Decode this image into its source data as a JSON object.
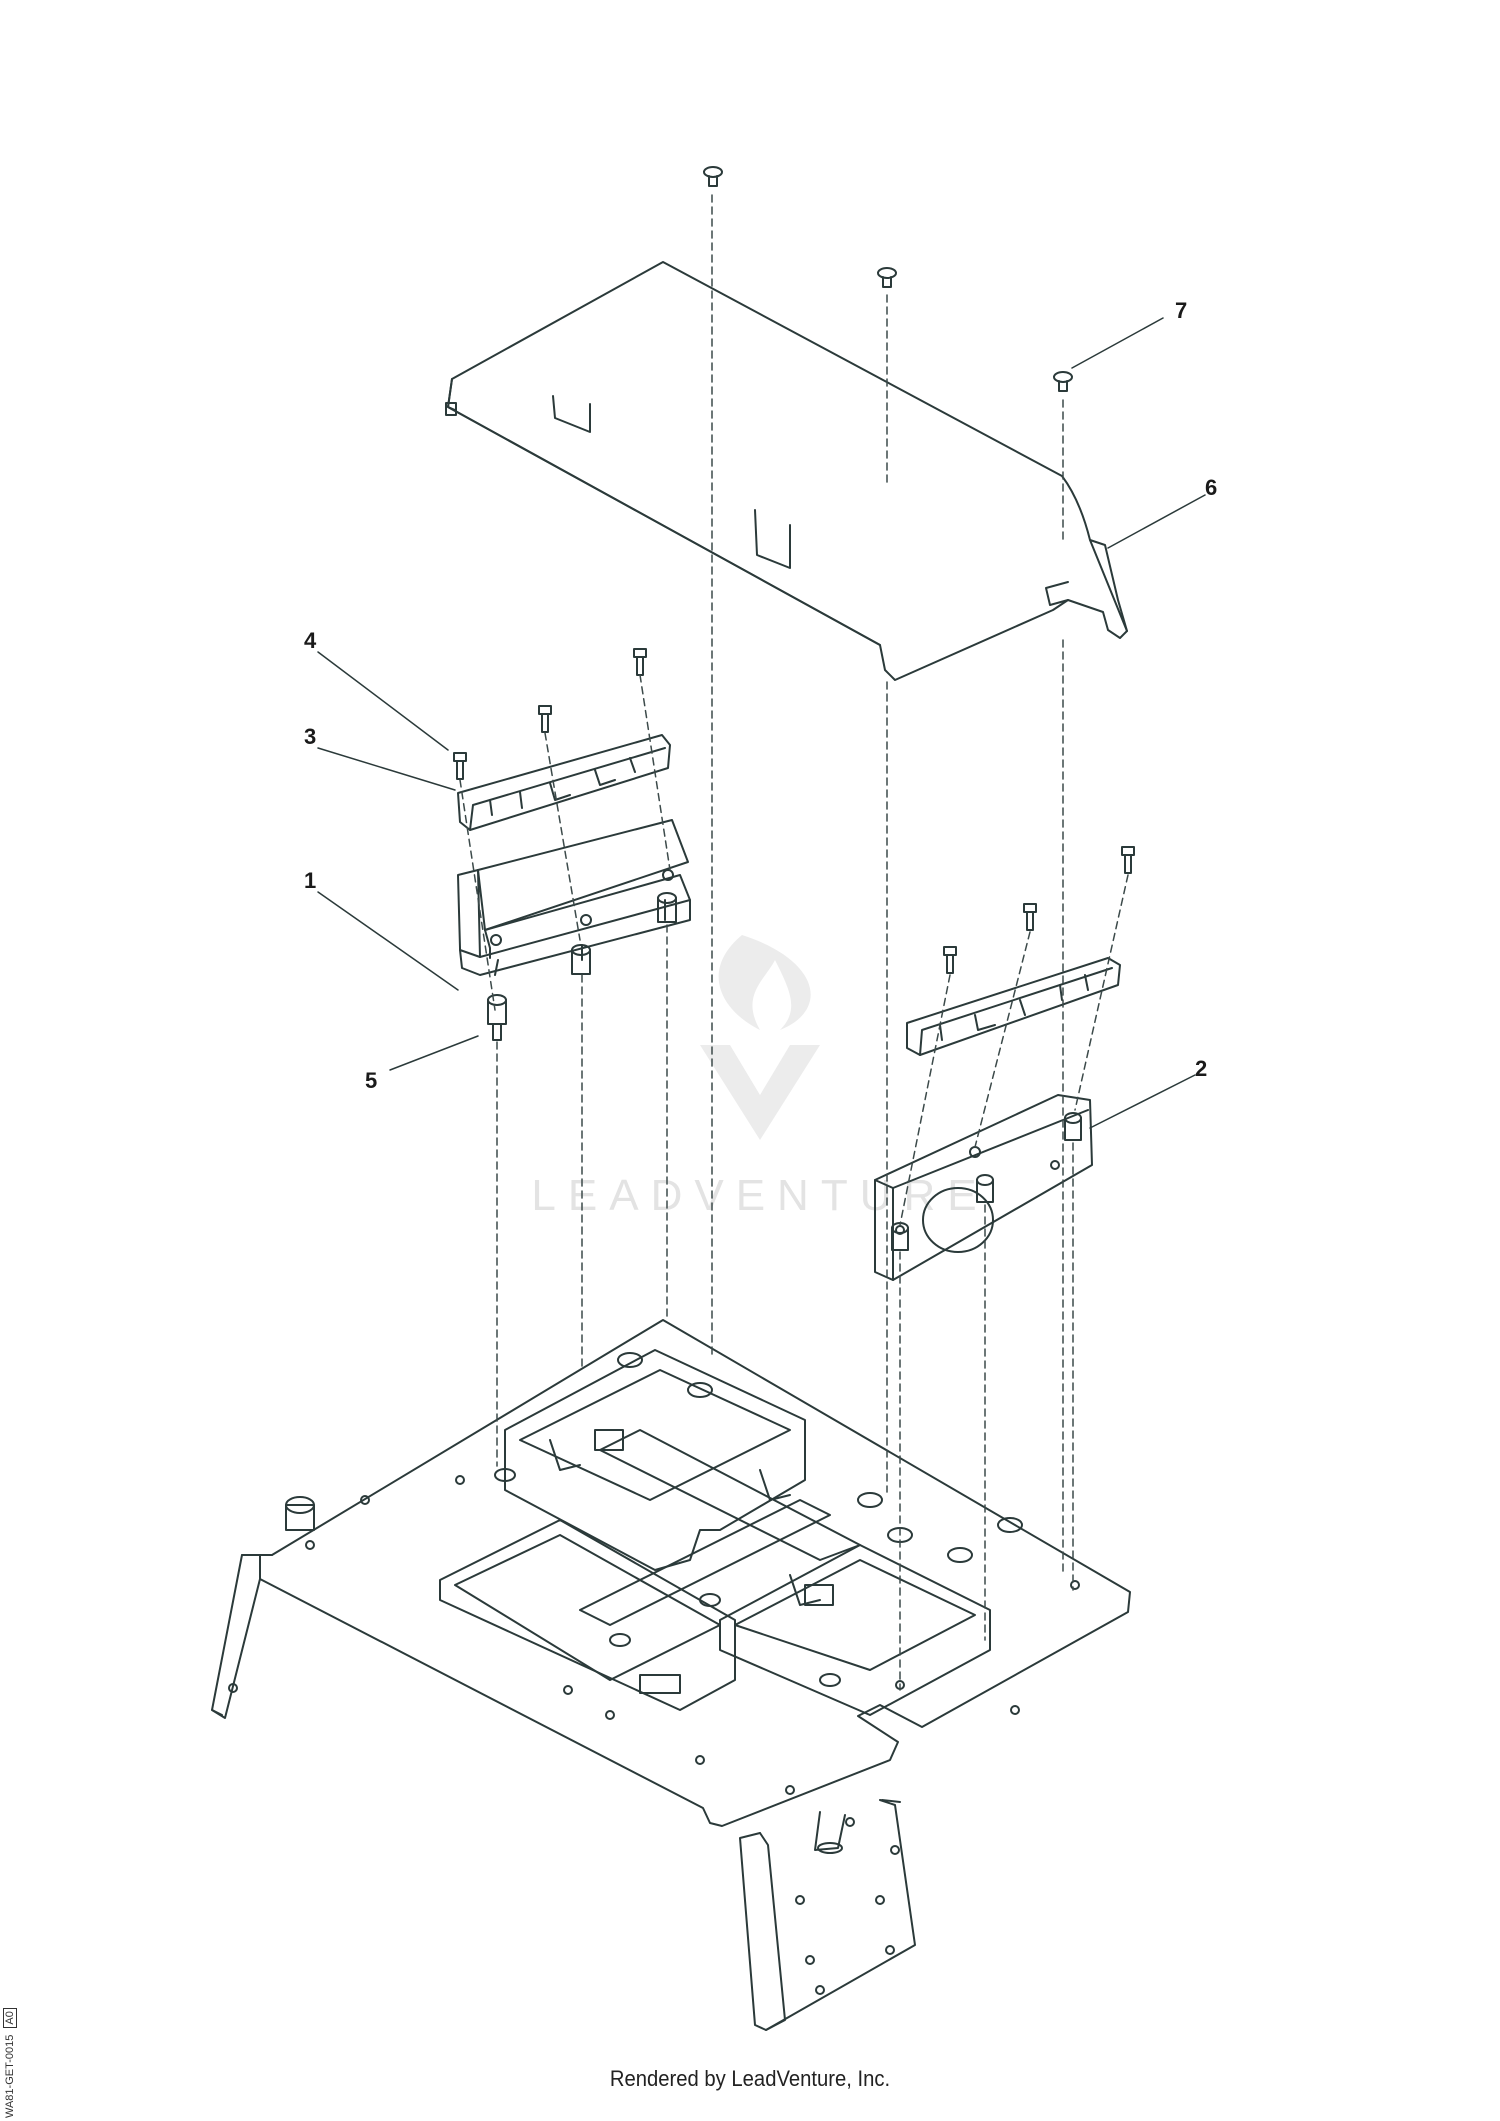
{
  "callouts": [
    "1",
    "2",
    "3",
    "4",
    "5",
    "6",
    "7"
  ],
  "watermark": "LEADVENTURE",
  "footer": "Rendered by LeadVenture, Inc.",
  "drawing_code": "WA81-GET-0015",
  "drawing_rev": "A0",
  "colors": {
    "line": "#2b3a3a",
    "hidden_line": "#3c4a4a",
    "watermark": "#e3e3e3"
  }
}
